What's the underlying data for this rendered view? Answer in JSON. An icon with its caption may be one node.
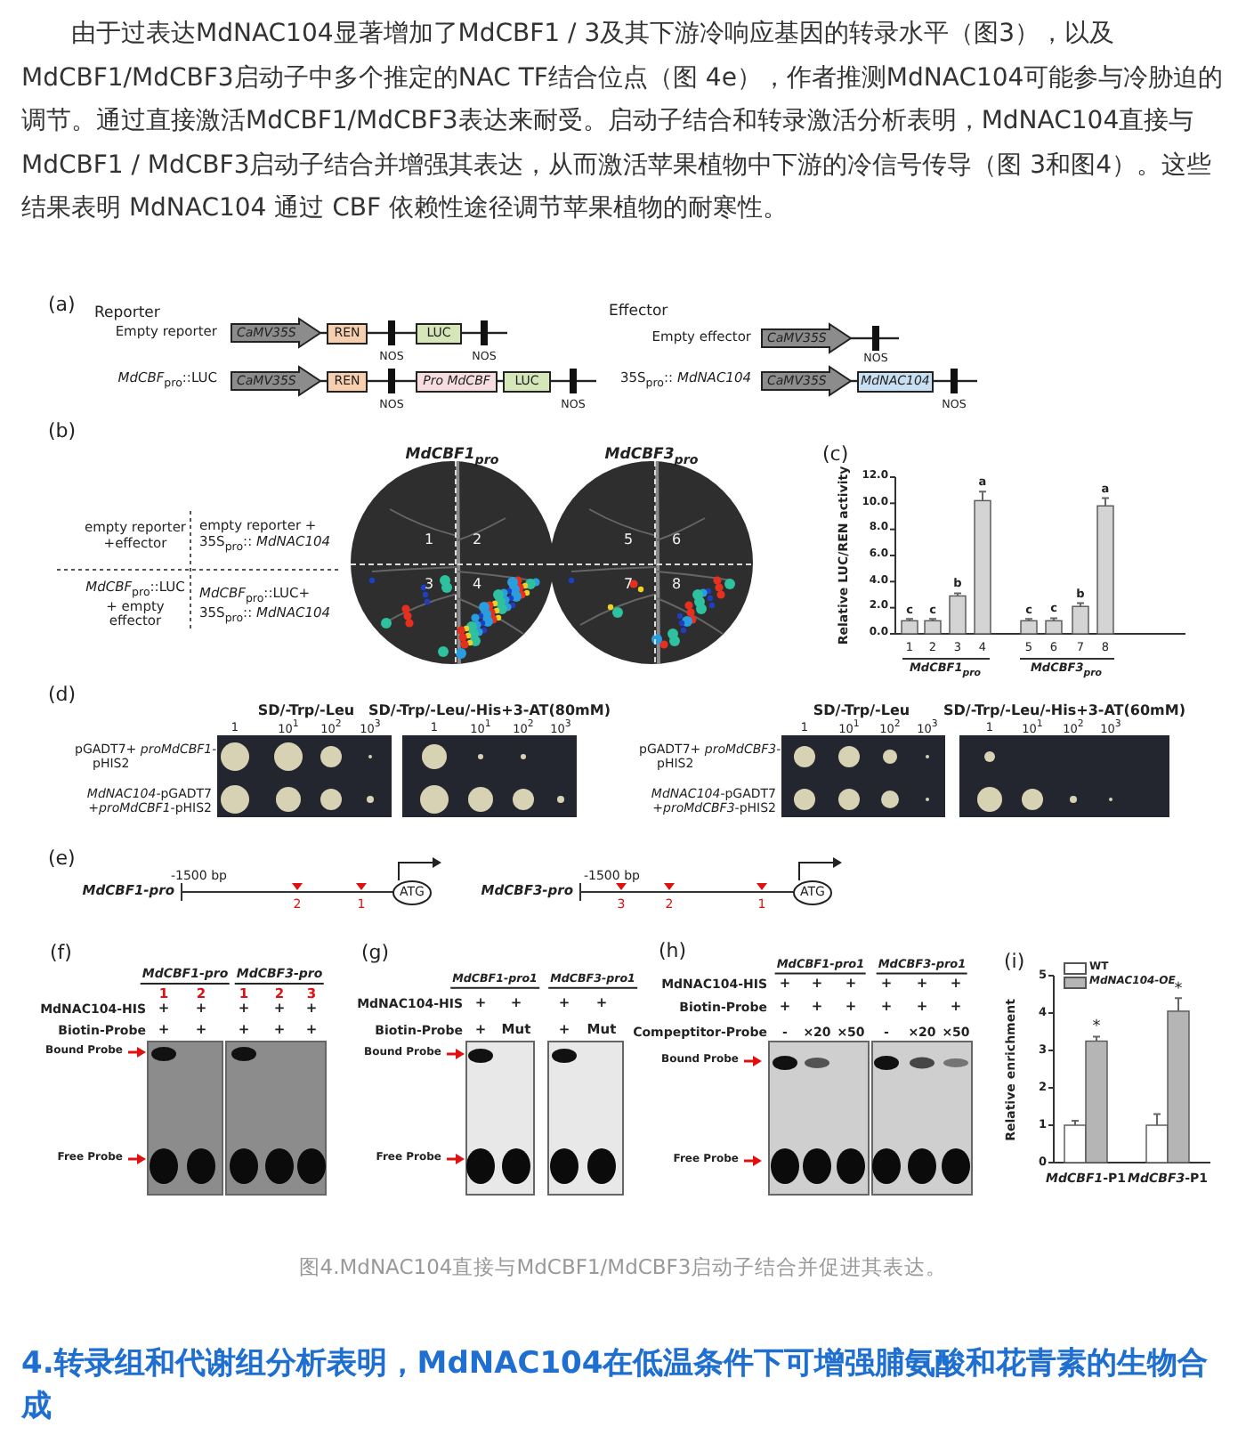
{
  "diagram": {
    "caption": "图4.MdNAC104直接与MdCBF1/MdCBF3启动子结合并促进其表达。",
    "nodes": [
      {
        "text": [
          "CaMV35S"
        ]
      },
      {
        "text": [
          "REN"
        ]
      },
      {
        "text": [
          "NOS"
        ]
      },
      {
        "text": [
          "LUC"
        ]
      },
      {
        "text": [
          "NOS"
        ]
      },
      {
        "text": [
          "CaMV35S"
        ]
      },
      {
        "text": [
          "NOS"
        ]
      },
      {
        "text": [
          "CaMV35S"
        ]
      },
      {
        "text": [
          "REN"
        ]
      },
      {
        "text": [
          "NOS"
        ]
      },
      {
        "text": [
          "Pro MdCBF"
        ]
      },
      {
        "text": [
          "LUC"
        ]
      },
      {
        "text": [
          "NOS"
        ]
      },
      {
        "text": [
          "CaMV35S"
        ]
      },
      {
        "text": [
          "MdNAC104"
        ]
      },
      {
        "text": [
          "NOS"
        ]
      },
      {
        "text": [
          "ATG"
        ]
      },
      {
        "text": [
          "ATG"
        ]
      }
    ],
    "edges": [
      {
        "from": 0,
        "to": 1,
        "arrow": "none"
      },
      {
        "from": 1,
        "to": 2,
        "arrow": "none"
      },
      {
        "from": 2,
        "to": 3,
        "arrow": "none"
      },
      {
        "from": 3,
        "to": 4,
        "arrow": "none"
      },
      {
        "from": 4,
        "to": null,
        "arrow": "none"
      },
      {
        "from": 5,
        "to": 6,
        "arrow": "none"
      },
      {
        "from": 6,
        "to": null,
        "arrow": "none"
      },
      {
        "from": 7,
        "to": 8,
        "arrow": "none"
      },
      {
        "from": 8,
        "to": 9,
        "arrow": "none"
      },
      {
        "from": 9,
        "to": 10,
        "arrow": "none"
      },
      {
        "from": 10,
        "to": 11,
        "arrow": "none"
      },
      {
        "from": 11,
        "to": 12,
        "arrow": "none"
      },
      {
        "from": 12,
        "to": null,
        "arrow": "none"
      },
      {
        "from": 13,
        "to": 14,
        "arrow": "none"
      },
      {
        "from": 14,
        "to": 15,
        "arrow": "none"
      },
      {
        "from": 15,
        "to": null,
        "arrow": "none"
      }
    ],
    "legend": [
      {
        "text": "WT",
        "color": "#ffffff"
      },
      {
        "text": "MdNAC104-OE",
        "color": "#b5b5b5"
      }
    ],
    "labels": [
      "由于过表达MdNAC104显著增加了MdCBF1 / 3及其下游冷响应基因的转录水平（图3），以及MdCBF1/MdCBF3启动子中多个推定的NAC TF结合位点（图 4e），作者推测MdNAC104可能参与冷胁迫的调节。通过直接激活MdCBF1/MdCBF3表达来耐受。启动子结合和转录激活分析表明，MdNAC104直接与MdCBF1 / MdCBF3启动子结合并增强其表达，从而激活苹果植物中下游的冷信号传导（图 3和图4）。这些结果表明 MdNAC104 通过 CBF 依赖性途径调节苹果植物的耐寒性。",
      "(a)",
      "Reporter",
      "Empty reporter",
      "Effector",
      "Empty effector",
      "*MdCBF*$_{pro}$::LUC",
      "35S$_{pro}$:: *MdNAC104*",
      "(b)",
      "MdCBF1$_{pro}$",
      "MdCBF3$_{pro}$",
      "(c)",
      "empty reporter +effector",
      "empty reporter + 35S$_{pro}$:: *MdNAC104*",
      "1",
      "2",
      "5",
      "6",
      "3",
      "4",
      "7",
      "8",
      "*MdCBF*$_{pro}$::LUC + empty effector",
      "*MdCBF*$_{pro}$::LUC+ 35S$_{pro}$:: *MdNAC104*",
      "(d)",
      "SD/-Trp/-Leu",
      "SD/-Trp/-Leu/-His+3-AT(80mM)",
      "SD/-Trp/-Leu",
      "SD/-Trp/-Leu/-His+3-AT(60mM)",
      "1",
      "10$^{1}$",
      "10$^{2}$",
      "10$^{3}$",
      "1",
      "10$^{1}$",
      "10$^{2}$",
      "10$^{3}$",
      "1",
      "10$^{1}$",
      "10$^{2}$",
      "10$^{3}$",
      "1",
      "10$^{1}$",
      "10$^{2}$",
      "10$^{3}$",
      "pGADT7+ *proMdCBF1*-pHIS2",
      "*MdNAC104*-pGADT7 +*proMdCBF1*-pHIS2",
      "pGADT7+ *proMdCBF3*-pHIS2",
      "*MdNAC104*-pGADT7 +*proMdCBF3*-pHIS2",
      "(e)",
      "MdCBF1-pro",
      "-1500 bp",
      "2",
      "1",
      "MdCBF3-pro",
      "-1500 bp",
      "3",
      "2",
      "1",
      "(f)",
      "MdCBF1-pro",
      "MdCBF3-pro",
      "1",
      "2",
      "1",
      "2",
      "3",
      "MdNAC104-HIS",
      "+",
      "+",
      "+",
      "+",
      "+",
      "Biotin-Probe",
      "+",
      "+",
      "+",
      "+",
      "+",
      "Bound Probe",
      "Free Probe",
      "(g)",
      "MdCBF1-pro1",
      "MdCBF3-pro1",
      "MdNAC104-HIS",
      "+",
      "+",
      "+",
      "+",
      "Biotin-Probe",
      "+",
      "Mut",
      "+",
      "Mut",
      "Bound Probe",
      "Free Probe",
      "(h)",
      "MdCBF1-pro1",
      "MdCBF3-pro1",
      "MdNAC104-HIS",
      "+",
      "+",
      "+",
      "+",
      "+",
      "+",
      "Biotin-Probe",
      "+",
      "+",
      "+",
      "+",
      "+",
      "+",
      "Compeptitor-Probe",
      "-",
      "×20",
      "×50",
      "-",
      "×20",
      "×50",
      "Bound Probe",
      "Free Probe",
      "(i)",
      "4.转录组和代谢组分析表明，MdNAC104在低温条件下可增强脯氨酸和花青素的生物合成"
    ],
    "chart_data": [
      {
        "type": "bar",
        "ylabel": "Relative LUC/REN activity",
        "categories": [
          "1",
          "2",
          "3",
          "4",
          "5",
          "6",
          "7",
          "8"
        ],
        "values": [
          1.0,
          1.0,
          2.9,
          10.2,
          1.0,
          1.0,
          2.1,
          9.8
        ],
        "ylim": [
          0,
          12
        ],
        "yticks": [
          {
            "value": 0,
            "label": "0.0"
          },
          {
            "value": 2,
            "label": "2.0"
          },
          {
            "value": 4,
            "label": "4.0"
          },
          {
            "value": 6,
            "label": "6.0"
          },
          {
            "value": 8,
            "label": "8.0"
          },
          {
            "value": 10,
            "label": "10.0"
          },
          {
            "value": 12,
            "label": "12.0"
          }
        ],
        "value_labels": [
          "c",
          "c",
          "b",
          "a",
          "c",
          "c",
          "b",
          "a"
        ],
        "annotations": [
          "MdCBF1$_{pro}$",
          "MdCBF3$_{pro}$"
        ]
      },
      {
        "type": "bar",
        "ylabel": "Relative enrichment",
        "categories": [
          "*MdCBF1*-P1",
          "*MdCBF3*-P1"
        ],
        "series": [
          {
            "color": "#ffffff",
            "values": [
              1.0,
              1.0
            ]
          },
          {
            "color": "#b5b5b5",
            "values": [
              3.25,
              4.05
            ]
          }
        ],
        "ylim": [
          0,
          5
        ],
        "yticks": [
          0,
          1,
          2,
          3,
          4,
          5
        ],
        "annotations": [
          "*",
          "*"
        ]
      }
    ]
  }
}
